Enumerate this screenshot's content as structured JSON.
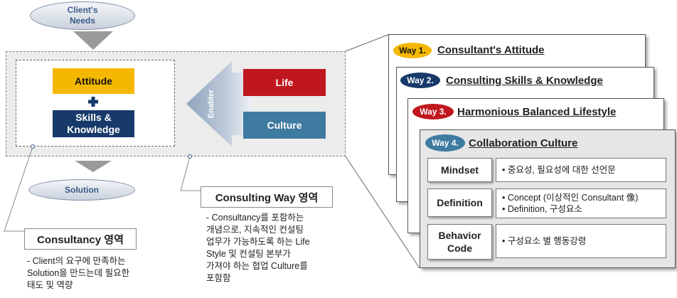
{
  "top_ellipse": {
    "line1": "Client's",
    "line2": "Needs"
  },
  "bottom_ellipse": {
    "label": "Solution"
  },
  "competency": {
    "attitude": "Attitude",
    "skills_line1": "Skills &",
    "skills_line2": "Knowledge"
  },
  "enabler": {
    "label": "Enabler",
    "life": "Life",
    "culture": "Culture"
  },
  "consultancy_callout": {
    "title": "Consultancy 영역",
    "lines": [
      "- Client의 요구에 만족하는",
      "Solution을 만드는데 필요한",
      "태도 및 역량"
    ]
  },
  "way_callout": {
    "title": "Consulting Way 영역",
    "lines": [
      "- Consultancy를 포함하는",
      "개념으로, 지속적인 컨설팅",
      "업무가 가능하도록 하는 Life",
      "Style 및 컨설팅 본부가",
      "가져야 하는 협업 Culture를",
      "포함함"
    ]
  },
  "ways": [
    {
      "tag": "Way 1.",
      "title": "Consultant's Attitude"
    },
    {
      "tag": "Way 2.",
      "title": "Consulting Skills & Knowledge"
    },
    {
      "tag": "Way 3.",
      "title": "Harmonious Balanced Lifestyle"
    },
    {
      "tag": "Way 4.",
      "title": "Collaboration Culture"
    }
  ],
  "rows": [
    {
      "label": "Mindset",
      "lines": [
        "• 중요성, 필요성에 대한 선언문"
      ]
    },
    {
      "label": "Definition",
      "lines": [
        "• Concept (이상적인 Consultant 像)",
        "• Definition, 구성요소"
      ]
    },
    {
      "label_line1": "Behavior",
      "label_line2": "Code",
      "lines": [
        "• 구성요소 별 행동강령"
      ]
    }
  ],
  "colors": {
    "yellow": "#f5b800",
    "navy": "#173a6b",
    "red": "#c0171e",
    "steel": "#3f7aa1"
  }
}
